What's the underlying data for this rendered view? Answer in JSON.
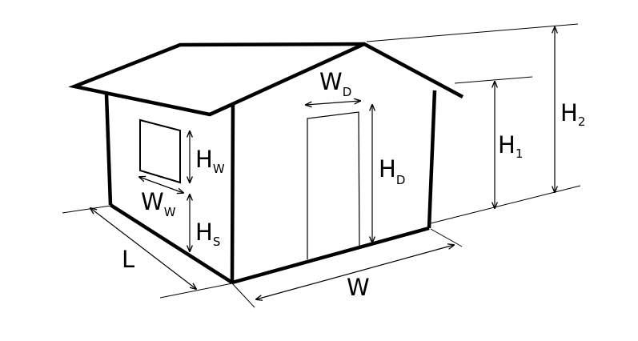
{
  "labels": {
    "roof_height": {
      "main": "H",
      "sub": "2"
    },
    "wall_height": {
      "main": "H",
      "sub": "1"
    },
    "door_width": {
      "main": "W",
      "sub": "D"
    },
    "door_height": {
      "main": "H",
      "sub": "D"
    },
    "window_height": {
      "main": "H",
      "sub": "W"
    },
    "window_width": {
      "main": "W",
      "sub": "W"
    },
    "sill_height": {
      "main": "H",
      "sub": "S"
    },
    "length": {
      "main": "L"
    },
    "width": {
      "main": "W"
    }
  },
  "colors": {
    "stroke": "#000000",
    "background": "#ffffff"
  }
}
